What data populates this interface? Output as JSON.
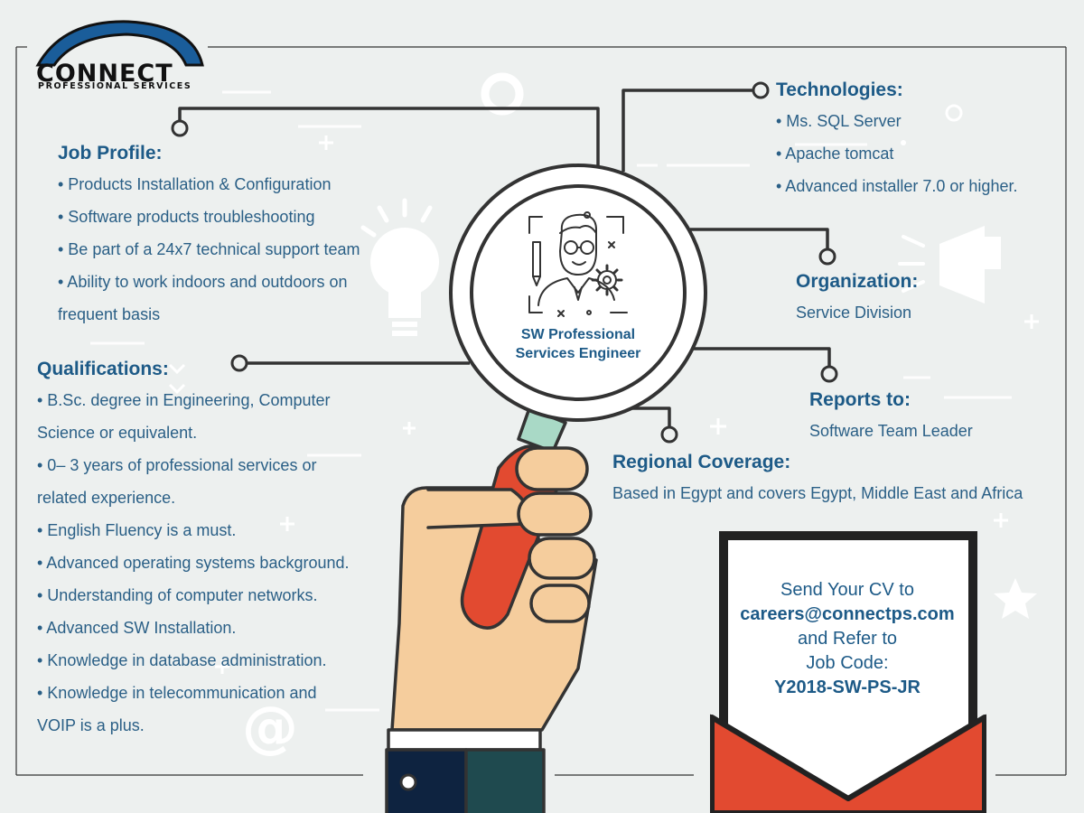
{
  "logo": {
    "brand": "CONNECT",
    "tagline": "PROFESSIONAL SERVICES"
  },
  "center": {
    "title_line1": "SW Professional",
    "title_line2": "Services Engineer"
  },
  "job_profile": {
    "heading": "Job Profile:",
    "items": [
      "• Products Installation & Configuration",
      "• Software products troubleshooting",
      "• Be part of a 24x7 technical support team",
      "• Ability to work indoors and outdoors on",
      "frequent basis"
    ]
  },
  "qualifications": {
    "heading": "Qualifications:",
    "items": [
      "• B.Sc. degree in Engineering, Computer",
      "Science or equivalent.",
      "• 0– 3 years of professional services or",
      "related experience.",
      "• English Fluency is a must.",
      "• Advanced operating systems background.",
      "• Understanding of computer networks.",
      "• Advanced SW Installation.",
      "• Knowledge in database administration.",
      "• Knowledge in telecommunication and",
      "VOIP is a plus."
    ]
  },
  "technologies": {
    "heading": "Technologies:",
    "items": [
      "• Ms. SQL Server",
      "• Apache tomcat",
      "• Advanced installer 7.0 or higher."
    ]
  },
  "organization": {
    "heading": "Organization:",
    "value": "Service Division"
  },
  "reports_to": {
    "heading": "Reports to:",
    "value": "Software Team Leader"
  },
  "regional": {
    "heading": "Regional Coverage:",
    "value": "Based in Egypt and covers Egypt, Middle East and Africa"
  },
  "cv": {
    "line1": "Send Your CV to",
    "email": "careers@connectps.com",
    "line3": "and Refer to",
    "line4": "Job Code:",
    "code": "Y2018-SW-PS-JR"
  },
  "colors": {
    "text_blue": "#1d5a87",
    "background": "#edf0ef",
    "envelope_red": "#e24a30",
    "handle_red": "#e24a30",
    "skin": "#f5cd9d",
    "sleeve_navy": "#0e2340",
    "sleeve_teal": "#1f4a4f"
  },
  "icons": {
    "background_decor": [
      "lightbulb-icon",
      "megaphone-icon",
      "at-sign-icon",
      "star-icon",
      "plus-icon"
    ],
    "center": "engineer-avatar-icon"
  }
}
